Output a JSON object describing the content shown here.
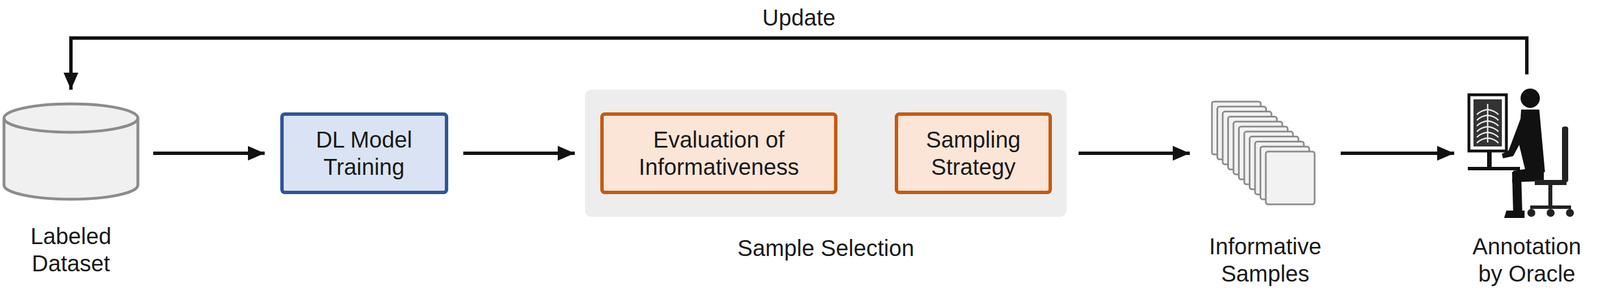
{
  "diagram": {
    "nodes": [
      {
        "text": [
          "Labeled Dataset"
        ]
      },
      {
        "text": [
          "DL Model Training"
        ]
      },
      {
        "text": [
          "Sample Selection"
        ]
      },
      {
        "text": [
          "Evaluation of Informativeness"
        ],
        "in": 2
      },
      {
        "text": [
          "Sampling Strategy"
        ],
        "in": 2
      },
      {
        "text": [
          "Informative Samples"
        ]
      },
      {
        "text": [
          "Annotation by Oracle"
        ]
      }
    ],
    "edges": [
      {
        "from": 0,
        "to": 1,
        "arrow": "to"
      },
      {
        "from": 1,
        "to": 2,
        "arrow": "to"
      },
      {
        "from": 3,
        "to": 4,
        "arrow": "to"
      },
      {
        "from": 2,
        "to": 5,
        "arrow": "to"
      },
      {
        "from": 5,
        "to": 6,
        "arrow": "to"
      },
      {
        "from": 6,
        "to": 0,
        "label": "Update",
        "arrow": "to"
      }
    ]
  }
}
